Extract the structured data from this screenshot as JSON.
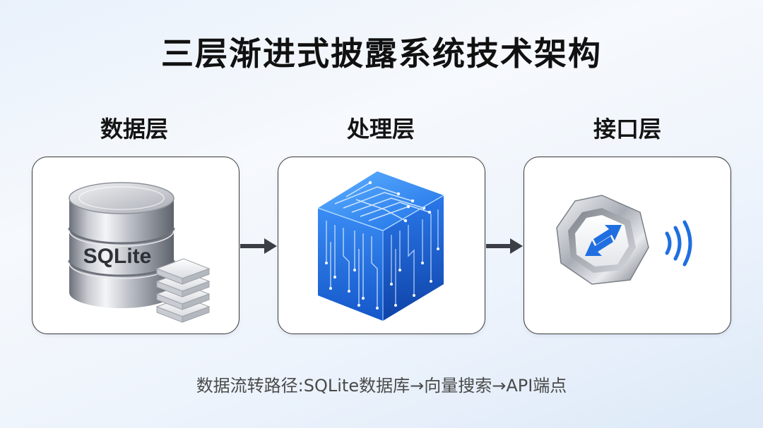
{
  "title": "三层渐进式披露系统技术架构",
  "layers": [
    {
      "label": "数据层",
      "icon": "database-icon",
      "db_text": "SQLite"
    },
    {
      "label": "处理层",
      "icon": "circuit-cube-icon"
    },
    {
      "label": "接口层",
      "icon": "api-hexagon-icon"
    }
  ],
  "flow_text": "数据流转路径:SQLite数据库→向量搜索→API端点",
  "colors": {
    "accent_blue": "#1f6fe0",
    "arrow": "#3b3f45",
    "border": "#3a3a3a"
  }
}
